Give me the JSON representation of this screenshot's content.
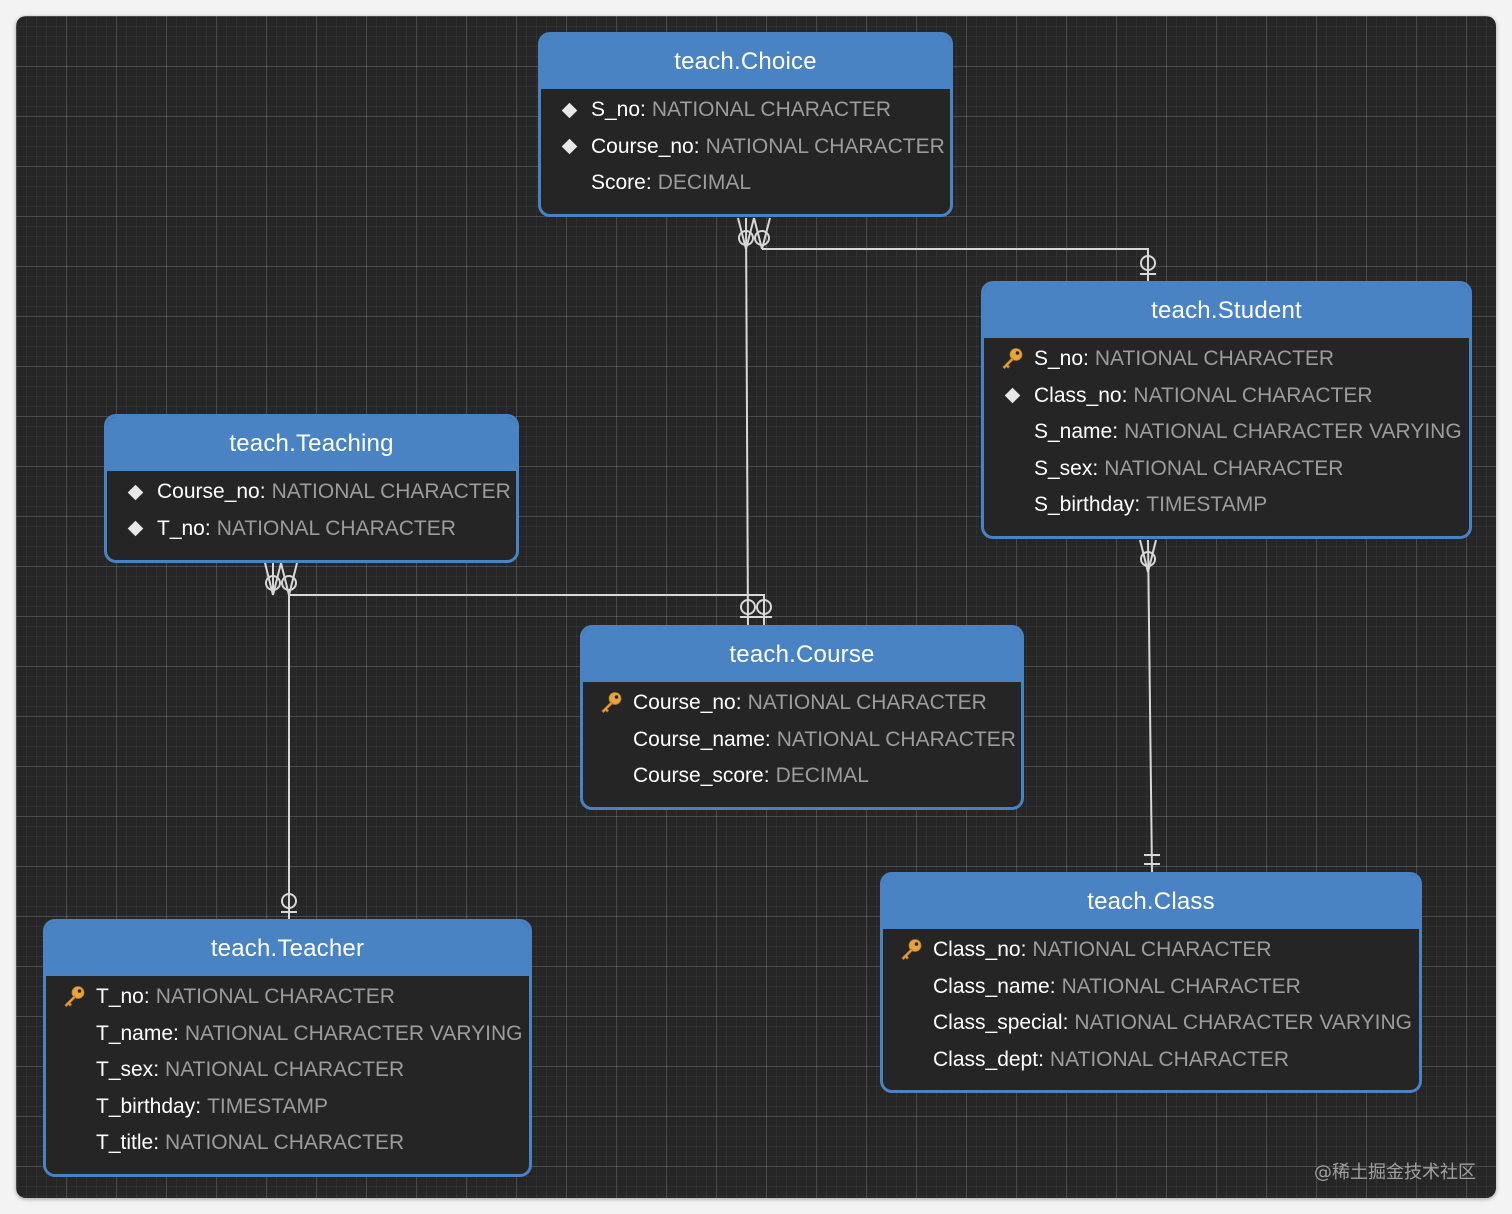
{
  "colors": {
    "header": "#4a83c4",
    "body": "#252525",
    "field_name": "#ffffff",
    "field_type": "#9c9c9c",
    "key_icon": "#e8a43a",
    "connector": "#d8d8d8"
  },
  "entities": {
    "choice": {
      "title": "teach.Choice",
      "fields": [
        {
          "name": "S_no",
          "type": "NATIONAL CHARACTER",
          "marker": "diamond-icon"
        },
        {
          "name": "Course_no",
          "type": "NATIONAL CHARACTER",
          "marker": "diamond-icon"
        },
        {
          "name": "Score",
          "type": "DECIMAL",
          "marker": ""
        }
      ]
    },
    "student": {
      "title": "teach.Student",
      "fields": [
        {
          "name": "S_no",
          "type": "NATIONAL CHARACTER",
          "marker": "key-icon"
        },
        {
          "name": "Class_no",
          "type": "NATIONAL CHARACTER",
          "marker": "diamond-icon"
        },
        {
          "name": "S_name",
          "type": "NATIONAL CHARACTER VARYING",
          "marker": ""
        },
        {
          "name": "S_sex",
          "type": "NATIONAL CHARACTER",
          "marker": ""
        },
        {
          "name": "S_birthday",
          "type": "TIMESTAMP",
          "marker": ""
        }
      ]
    },
    "teaching": {
      "title": "teach.Teaching",
      "fields": [
        {
          "name": "Course_no",
          "type": "NATIONAL CHARACTER",
          "marker": "diamond-icon"
        },
        {
          "name": "T_no",
          "type": "NATIONAL CHARACTER",
          "marker": "diamond-icon"
        }
      ]
    },
    "course": {
      "title": "teach.Course",
      "fields": [
        {
          "name": "Course_no",
          "type": "NATIONAL CHARACTER",
          "marker": "key-icon"
        },
        {
          "name": "Course_name",
          "type": "NATIONAL CHARACTER",
          "marker": ""
        },
        {
          "name": "Course_score",
          "type": "DECIMAL",
          "marker": ""
        }
      ]
    },
    "teacher": {
      "title": "teach.Teacher",
      "fields": [
        {
          "name": "T_no",
          "type": "NATIONAL CHARACTER",
          "marker": "key-icon"
        },
        {
          "name": "T_name",
          "type": "NATIONAL CHARACTER VARYING",
          "marker": ""
        },
        {
          "name": "T_sex",
          "type": "NATIONAL CHARACTER",
          "marker": ""
        },
        {
          "name": "T_birthday",
          "type": "TIMESTAMP",
          "marker": ""
        },
        {
          "name": "T_title",
          "type": "NATIONAL CHARACTER",
          "marker": ""
        }
      ]
    },
    "class": {
      "title": "teach.Class",
      "fields": [
        {
          "name": "Class_no",
          "type": "NATIONAL CHARACTER",
          "marker": "key-icon"
        },
        {
          "name": "Class_name",
          "type": "NATIONAL CHARACTER",
          "marker": ""
        },
        {
          "name": "Class_special",
          "type": "NATIONAL CHARACTER VARYING",
          "marker": ""
        },
        {
          "name": "Class_dept",
          "type": "NATIONAL CHARACTER",
          "marker": ""
        }
      ]
    }
  },
  "relationships": [
    {
      "from": "teach.Choice",
      "to": "teach.Student",
      "from_end": "zero-or-many",
      "to_end": "zero-or-one"
    },
    {
      "from": "teach.Choice",
      "to": "teach.Course",
      "from_end": "zero-or-many",
      "to_end": "zero-or-one"
    },
    {
      "from": "teach.Teaching",
      "to": "teach.Course",
      "from_end": "zero-or-many",
      "to_end": "zero-or-one"
    },
    {
      "from": "teach.Teaching",
      "to": "teach.Teacher",
      "from_end": "zero-or-many",
      "to_end": "zero-or-one"
    },
    {
      "from": "teach.Student",
      "to": "teach.Class",
      "from_end": "zero-or-many",
      "to_end": "exactly-one"
    }
  ],
  "watermark": "@稀土掘金技术社区"
}
